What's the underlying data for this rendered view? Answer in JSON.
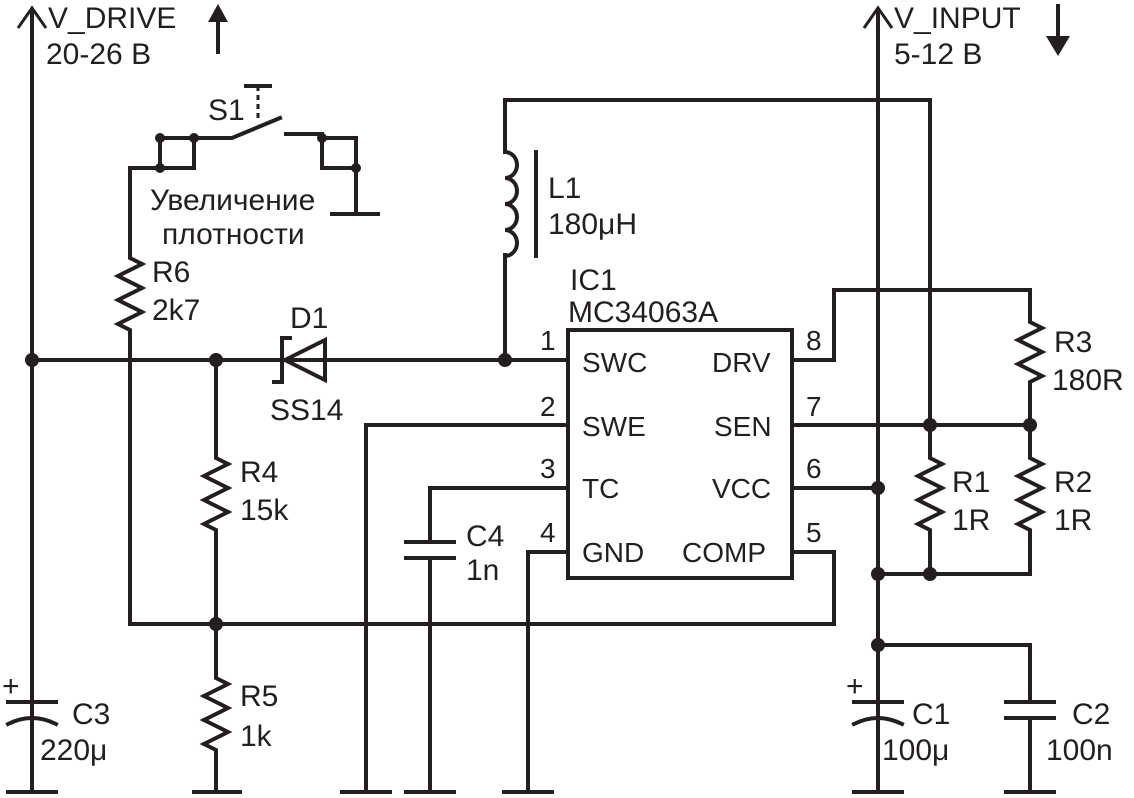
{
  "supplies": {
    "drive_name": "V_DRIVE",
    "drive_range": "20-26 В",
    "input_name": "V_INPUT",
    "input_range": "5-12 В"
  },
  "switch": {
    "ref": "S1",
    "desc_line1": "Увеличение",
    "desc_line2": "плотности"
  },
  "ic": {
    "ref": "IC1",
    "part": "MC34063A",
    "pins_left": [
      {
        "num": "1",
        "name": "SWC"
      },
      {
        "num": "2",
        "name": "SWE"
      },
      {
        "num": "3",
        "name": "TC"
      },
      {
        "num": "4",
        "name": "GND"
      }
    ],
    "pins_right": [
      {
        "num": "8",
        "name": "DRV"
      },
      {
        "num": "7",
        "name": "SEN"
      },
      {
        "num": "6",
        "name": "VCC"
      },
      {
        "num": "5",
        "name": "COMP"
      }
    ]
  },
  "components": {
    "L1": {
      "ref": "L1",
      "value": "180μH"
    },
    "D1": {
      "ref": "D1",
      "value": "SS14"
    },
    "R1": {
      "ref": "R1",
      "value": "1R"
    },
    "R2": {
      "ref": "R2",
      "value": "1R"
    },
    "R3": {
      "ref": "R3",
      "value": "180R"
    },
    "R4": {
      "ref": "R4",
      "value": "15k"
    },
    "R5": {
      "ref": "R5",
      "value": "1k"
    },
    "R6": {
      "ref": "R6",
      "value": "2k7"
    },
    "C1": {
      "ref": "C1",
      "value": "100μ"
    },
    "C2": {
      "ref": "C2",
      "value": "100n"
    },
    "C3": {
      "ref": "C3",
      "value": "220μ"
    },
    "C4": {
      "ref": "C4",
      "value": "1n"
    },
    "polarity_mark": "+"
  }
}
